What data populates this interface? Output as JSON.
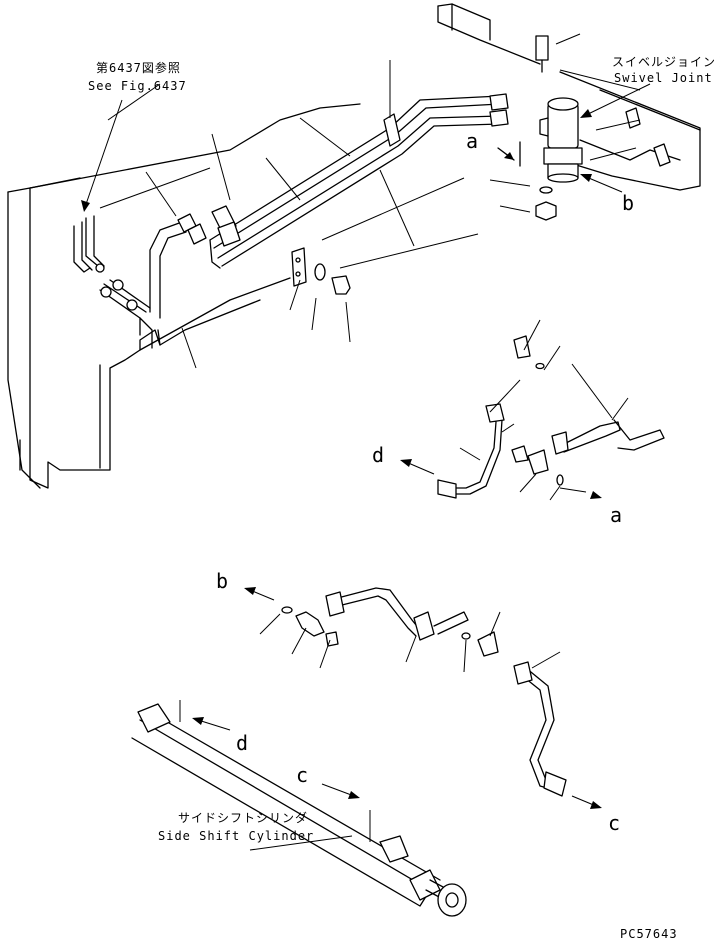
{
  "callouts": {
    "ref_fig_jp": "第6437図参照",
    "ref_fig_en": "See Fig.6437",
    "swivel_jp": "スイベルジョイント",
    "swivel_en": "Swivel Joint",
    "cylinder_jp": "サイドシフトシリンダ",
    "cylinder_en": "Side Shift Cylinder"
  },
  "connection_letters": {
    "a_top": "a",
    "b_top": "b",
    "d_mid": "d",
    "a_mid": "a",
    "b_low": "b",
    "d_low": "d",
    "c_low": "c",
    "c_right": "c"
  },
  "drawing_number": "PC57643"
}
